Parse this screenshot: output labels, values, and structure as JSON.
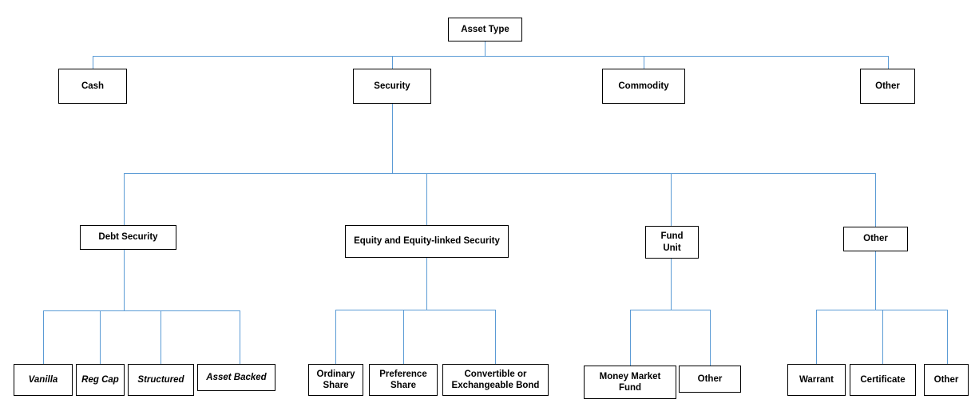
{
  "diagram": {
    "title_node": "Asset Type",
    "type": "tree-hierarchy",
    "line_color": "#5b9bd5",
    "box_border_color": "#000000",
    "levels": {
      "level1": [
        "Asset Type"
      ],
      "level2": [
        "Cash",
        "Security",
        "Commodity",
        "Other"
      ],
      "level3": [
        "Debt Security",
        "Equity and Equity-linked Security",
        "Fund Unit",
        "Other"
      ],
      "level4_debt": [
        "Vanilla",
        "Reg Cap",
        "Structured",
        "Asset Backed"
      ],
      "level4_equity": [
        "Ordinary Share",
        "Preference Share",
        "Convertible or Exchangeable Bond"
      ],
      "level4_fund": [
        "Money Market Fund",
        "Other"
      ],
      "level4_other": [
        "Warrant",
        "Certificate",
        "Other"
      ]
    }
  },
  "nodes": {
    "root": {
      "label": "Asset Type"
    },
    "cash": {
      "label": "Cash"
    },
    "security": {
      "label": "Security"
    },
    "commodity": {
      "label": "Commodity"
    },
    "other_l2": {
      "label": "Other"
    },
    "debt_security": {
      "label": "Debt Security"
    },
    "equity": {
      "label": "Equity and Equity-linked Security"
    },
    "fund_unit": {
      "label_line1": "Fund",
      "label_line2": "Unit"
    },
    "other_l3": {
      "label": "Other"
    },
    "vanilla": {
      "label": "Vanilla"
    },
    "reg_cap": {
      "label": "Reg Cap"
    },
    "structured": {
      "label": "Structured"
    },
    "asset_backed": {
      "label": "Asset Backed"
    },
    "ordinary_share": {
      "label_line1": "Ordinary",
      "label_line2": "Share"
    },
    "preference_share": {
      "label_line1": "Preference",
      "label_line2": "Share"
    },
    "convertible_bond": {
      "label_line1": "Convertible or",
      "label_line2": "Exchangeable Bond"
    },
    "money_market_fund": {
      "label_line1": "Money Market",
      "label_line2": "Fund"
    },
    "other_fund": {
      "label": "Other"
    },
    "warrant": {
      "label": "Warrant"
    },
    "certificate": {
      "label": "Certificate"
    },
    "other_l4": {
      "label": "Other"
    }
  }
}
